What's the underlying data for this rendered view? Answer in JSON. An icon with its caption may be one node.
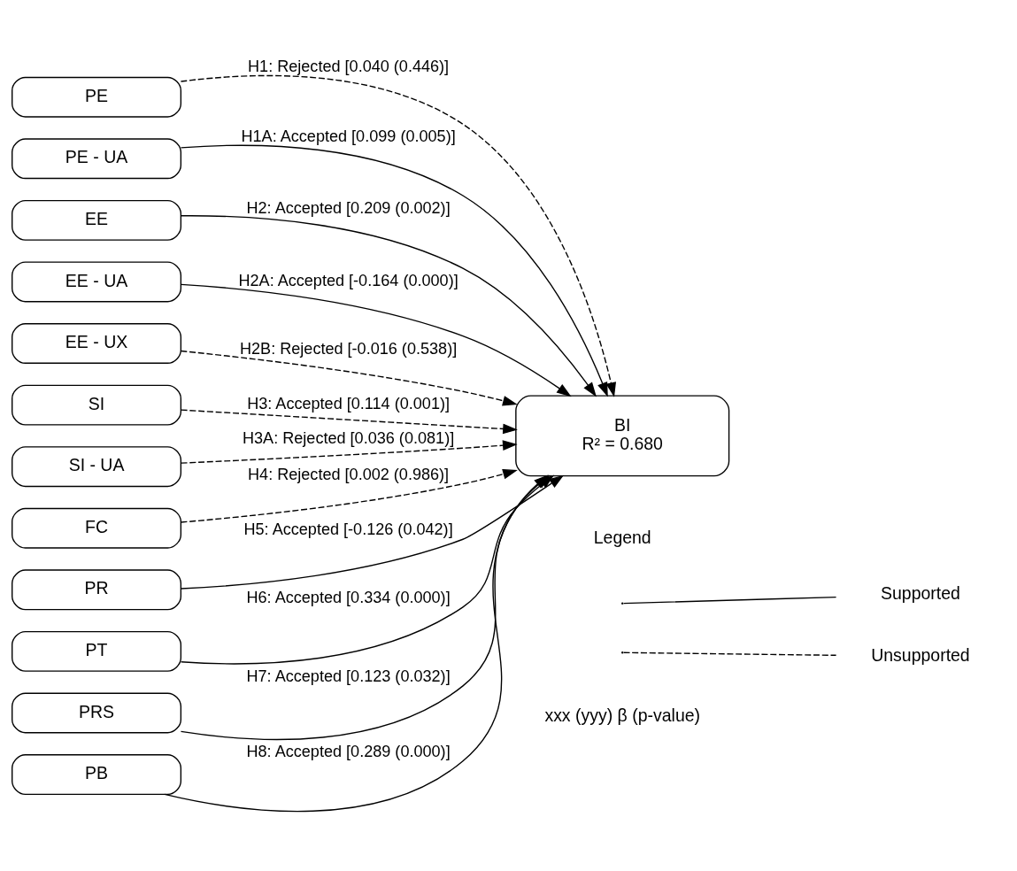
{
  "diagram": {
    "nodes": [
      {
        "text": [
          "PE"
        ]
      },
      {
        "text": [
          "PE - UA"
        ]
      },
      {
        "text": [
          "EE"
        ]
      },
      {
        "text": [
          "EE - UA"
        ]
      },
      {
        "text": [
          "EE - UX"
        ]
      },
      {
        "text": [
          "SI"
        ]
      },
      {
        "text": [
          "SI - UA"
        ]
      },
      {
        "text": [
          "FC"
        ]
      },
      {
        "text": [
          "PR"
        ]
      },
      {
        "text": [
          "PT"
        ]
      },
      {
        "text": [
          "PRS"
        ]
      },
      {
        "text": [
          "PB"
        ]
      },
      {
        "text": [
          "BI",
          "R² = 0.680"
        ]
      }
    ],
    "edges": [
      {
        "from": 0,
        "to": 12,
        "arrow": "to",
        "label": "H1: Rejected [0.040 (0.446)]",
        "style": "dashed"
      },
      {
        "from": 1,
        "to": 12,
        "arrow": "to",
        "label": "H1A: Accepted [0.099 (0.005)]"
      },
      {
        "from": 2,
        "to": 12,
        "arrow": "to",
        "label": "H2: Accepted [0.209 (0.002)]"
      },
      {
        "from": 3,
        "to": 12,
        "arrow": "to",
        "label": "H2A: Accepted [-0.164 (0.000)]"
      },
      {
        "from": 4,
        "to": 12,
        "arrow": "to",
        "label": "H2B: Rejected [-0.016 (0.538)]",
        "style": "dashed"
      },
      {
        "from": 5,
        "to": 12,
        "arrow": "to",
        "label": "H3: Accepted [0.114 (0.001)]",
        "style": "dashed"
      },
      {
        "from": 6,
        "to": 12,
        "arrow": "to",
        "label": "H3A: Rejected [0.036 (0.081)]",
        "style": "dashed"
      },
      {
        "from": 7,
        "to": 12,
        "arrow": "to",
        "label": "H4: Rejected [0.002 (0.986)]",
        "style": "dashed"
      },
      {
        "from": 8,
        "to": 12,
        "arrow": "to",
        "label": "H5: Accepted [-0.126 (0.042)]"
      },
      {
        "from": 9,
        "to": 12,
        "arrow": "to",
        "label": "H6: Accepted [0.334 (0.000)]"
      },
      {
        "from": 10,
        "to": 12,
        "arrow": "to",
        "label": "H7: Accepted [0.123 (0.032)]"
      },
      {
        "from": 11,
        "to": 12,
        "arrow": "to",
        "label": "H8: Accepted [0.289 (0.000)]"
      }
    ],
    "labels": [
      "Legend",
      "xxx (yyy) β (p-value)"
    ],
    "legend": [
      {
        "text": "Supported"
      },
      {
        "text": "Unsupported"
      }
    ]
  }
}
